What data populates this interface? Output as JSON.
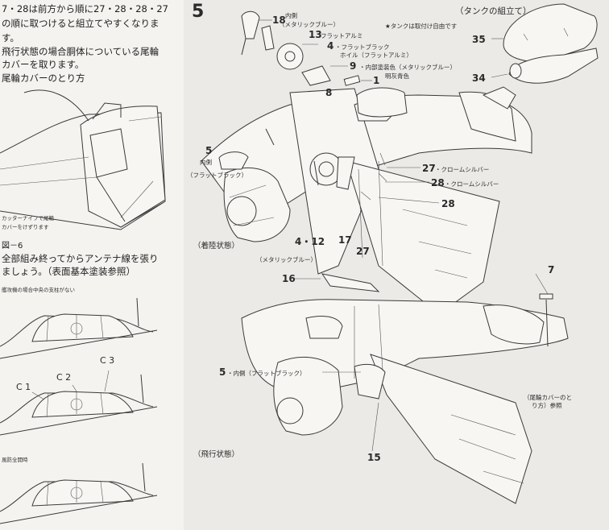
{
  "left_text": {
    "line1": "7・28は前方から順に27・28・28・27",
    "line2": "の順に取つけると組立てやすくなりま",
    "line3": "す。",
    "line4": "飛行状態の場合胴体についている尾輪",
    "line5": "カバーを取ります。",
    "line6": "尾輪カバーのとり方",
    "cutter_note1": "カッターナイフで尾輪",
    "cutter_note2": "カバーをけずります",
    "fig_label": "図－6",
    "antenna1": "全部組み終ってからアンテナ線を張り",
    "antenna2": "ましょう。（表面基本塗装参照）",
    "canopy_note": "艦攻機の場合中央の支柱がない",
    "c1": "C 1",
    "c2": "C 2",
    "c3": "C 3",
    "wind_note": "風防全開時"
  },
  "step": {
    "number": "5",
    "tank_title": "（タンクの組立て）",
    "tank_note": "★タンクは取付け自由です",
    "label_35": "35",
    "label_34": "34"
  },
  "parts": {
    "p18": "18",
    "p18_inner": "内側",
    "p18_color": "（メタリックブルー）",
    "p13": "13",
    "p13_color": "フラットアルミ",
    "p4": "4",
    "p4_color": "・フラットブラック",
    "p4_wheel": "ホイル（フラットアルミ）",
    "p9": "9",
    "p9_color": "・内部塗装色（メタリックブルー）",
    "p1": "1",
    "p1_color": "明灰青色",
    "p8": "8",
    "p5": "5",
    "p5_inner": "内側",
    "p5_color": "（フラットブラック）",
    "p27": "27",
    "p27_color": "・クロームシルバー",
    "p28": "28",
    "p28_color": "・クロームシルバー",
    "p28b": "28",
    "p4_12": "4・12",
    "p17": "17",
    "p27b": "27",
    "p4_12_color": "（メタリックブルー）",
    "landing_state": "（着陸状態）",
    "p16": "16",
    "p7": "7",
    "p5b": "5",
    "p5b_color": "・内側（フラットブラック）",
    "tail_cover_ref1": "（尾輪カバーのと",
    "tail_cover_ref2": "り方）参照",
    "p15": "15",
    "flight_state": "（飛行状態）"
  }
}
